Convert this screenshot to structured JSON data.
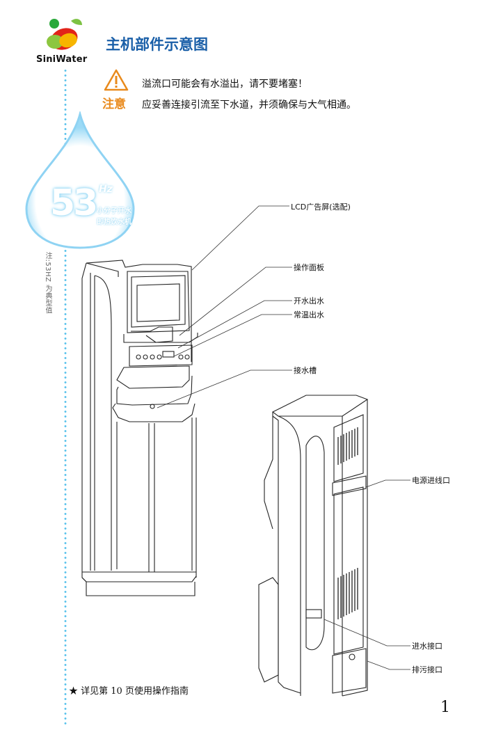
{
  "header": {
    "brand": "SiniWater",
    "title": "主机部件示意图"
  },
  "notice": {
    "label": "注意",
    "line1": "溢流口可能会有水溢出，请不要堵塞！",
    "line2": "应妥善连接引流至下水道，并须确保与大气相通。"
  },
  "badge": {
    "number": "53",
    "unit": "Hz",
    "line1": "小分子开水",
    "line2": "即热饮水机",
    "side_note": "注:53HZ 为典型值"
  },
  "callouts": {
    "lcd": "LCD广告屏(选配)",
    "panel": "操作面板",
    "boiling": "开水出水",
    "normal": "常温出水",
    "tray": "接水槽",
    "power": "电源进线口",
    "inlet": "进水接口",
    "drain": "排污接口"
  },
  "footer": {
    "footnote": "★ 详见第 10 页使用操作指南",
    "page_number": "1"
  },
  "colors": {
    "title_blue": "#1a5fa8",
    "warning_orange": "#e98a1c",
    "accent_cyan": "#5cc3ec"
  }
}
